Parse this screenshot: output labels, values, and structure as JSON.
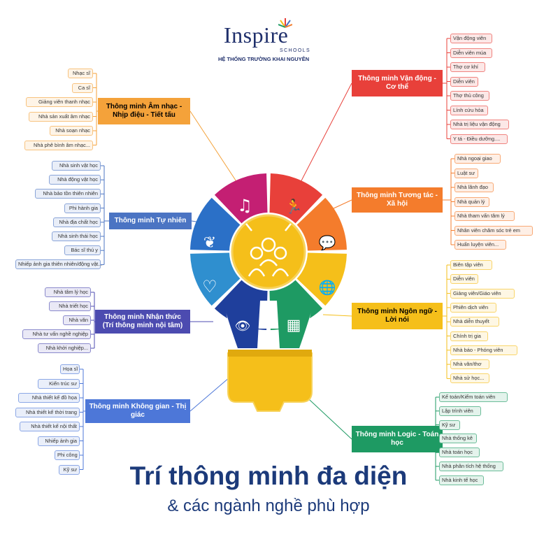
{
  "logo": {
    "word": "Inspire",
    "schools": "SCHOOLS",
    "system": "HỆ THỐNG TRƯỜNG KHAI NGUYÊN"
  },
  "title": "Trí thông minh đa diện",
  "subtitle": "& các ngành nghề phù hợp",
  "colors": {
    "music": "#f4a23a",
    "natural": "#4b74c3",
    "cognitive": "#4c4bb0",
    "spatial": "#4d77d8",
    "motor": "#e8403a",
    "interaction": "#f47c2c",
    "language": "#f5bf1a",
    "logic": "#1e9a63"
  },
  "categories": [
    {
      "key": "music",
      "label": "Thông minh Âm nhạc - Nhịp điệu - Tiết tấu",
      "items": [
        "Nhạc sĩ",
        "Ca sĩ",
        "Giảng viên thanh nhạc",
        "Nhà sản xuất âm nhạc",
        "Nhà soạn nhạc",
        "Nhà phê bình âm nhạc..."
      ]
    },
    {
      "key": "natural",
      "label": "Thông minh Tự nhiên",
      "items": [
        "Nhà sinh vật học",
        "Nhà động vật học",
        "Nhà bảo tồn thiên nhiên",
        "Phi hành gia",
        "Nhà địa chất học",
        "Nhà sinh thái học",
        "Bác sĩ thú y",
        "Nhiếp ảnh gia thiên nhiên/động vật..."
      ]
    },
    {
      "key": "cognitive",
      "label": "Thông minh Nhận thức (Trí thông minh nội tâm)",
      "items": [
        "Nhà tâm lý học",
        "Nhà triết học",
        "Nhà văn",
        "Nhà tư vấn nghề nghiệp",
        "Nhà khởi nghiệp..."
      ]
    },
    {
      "key": "spatial",
      "label": "Thông minh Không gian - Thị giác",
      "items": [
        "Họa sĩ",
        "Kiến trúc sư",
        "Nhà thiết kế đồ họa",
        "Nhà thiết kế thời trang",
        "Nhà thiết kế nội thất",
        "Nhiếp ảnh gia",
        "Phi công",
        "Kỹ sư"
      ]
    },
    {
      "key": "motor",
      "label": "Thông minh Vận động - Cơ thể",
      "items": [
        "Vận động viên",
        "Diễn viên múa",
        "Thợ cơ khí",
        "Diễn viên",
        "Thợ thủ công",
        "Lính cứu hỏa",
        "Nhà trị liệu vận động",
        "Y tá - Điều dưỡng...."
      ]
    },
    {
      "key": "interaction",
      "label": "Thông minh Tương tác - Xã hội",
      "items": [
        "Nhà ngoại giao",
        "Luật sư",
        "Nhà lãnh đạo",
        "Nhà quản lý",
        "Nhà tham vấn tâm lý",
        "Nhân viên chăm sóc trẻ em",
        "Huấn luyện viên..."
      ]
    },
    {
      "key": "language",
      "label": "Thông minh Ngôn ngữ - Lời nói",
      "items": [
        "Biên tập viên",
        "Diễn viên",
        "Giảng viên/Giáo viên",
        "Phiên dịch viên",
        "Nhà diễn thuyết",
        "Chính trị gia",
        "Nhà báo - Phóng viên",
        "Nhà văn/thơ",
        "Nhà sử học..."
      ]
    },
    {
      "key": "logic",
      "label": "Thông minh Logic - Toán học",
      "items": [
        "Kế toán/Kiểm toán viên",
        "Lập trình viên",
        "Kỹ sư",
        "Nhà thống kê",
        "Nhà toán học",
        "Nhà phân tích hệ thống",
        "Nhà kinh tế học"
      ]
    }
  ],
  "icons": [
    "music-note-icon",
    "running-person-icon",
    "leaf-icon",
    "speech-bubbles-icon",
    "heart-icon",
    "globe-chat-icon",
    "eye-icon",
    "calculator-icon",
    "happy-people-icon"
  ]
}
